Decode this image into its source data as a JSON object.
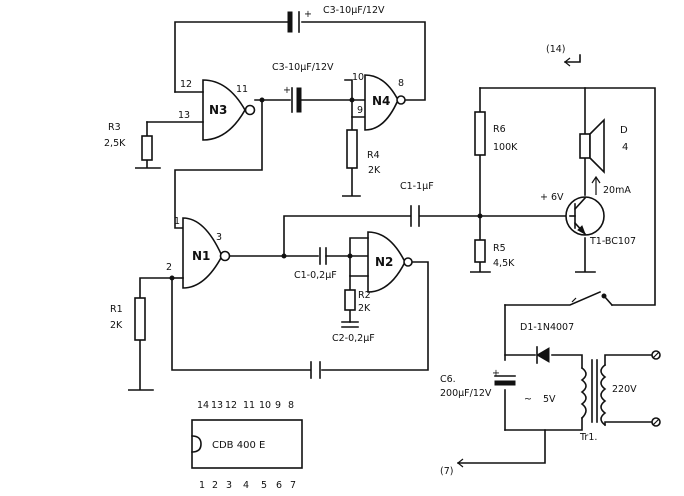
{
  "components": {
    "n1": {
      "label": "N1",
      "pin_a": "1",
      "pin_b": "2",
      "pin_out": "3"
    },
    "n2": {
      "label": "N2"
    },
    "n3": {
      "label": "N3",
      "pin_a": "12",
      "pin_b": "13",
      "pin_out": "11"
    },
    "n4": {
      "label": "N4",
      "pin_a": "10",
      "pin_b": "9",
      "pin_out": "8"
    },
    "c3_top": "C3-10µF/12V",
    "c3_mid": "C3-10µF/12V",
    "c1": "C1-1µF",
    "c1_small": "C1-0,2µF",
    "c2": "C2-0,2µF",
    "r1": {
      "name": "R1",
      "value": "2K"
    },
    "r2": {
      "name": "R2",
      "value": "2K"
    },
    "r3": {
      "name": "R3",
      "value": "2,5K"
    },
    "r4": {
      "name": "R4",
      "value": "2K"
    },
    "r5": {
      "name": "R5",
      "value": "4,5K"
    },
    "r6": {
      "name": "R6",
      "value": "100K"
    },
    "speaker": {
      "name": "D",
      "value": "4"
    },
    "current": "20mA",
    "plus6v": "+ 6V",
    "transistor": "T1-BC107",
    "diode": "D1-1N4007",
    "c6": {
      "name": "C6.",
      "value": "200µF/12V"
    },
    "dc_label": "5V",
    "ac_label": "220V",
    "transformer": "Tr1.",
    "tilde": "~",
    "plus": "+",
    "pin14": "(14)",
    "pin7": "(7)",
    "chip": {
      "name": "CDB 400 E",
      "top_pins": [
        "14",
        "13",
        "12",
        "11",
        "10",
        "9",
        "8"
      ],
      "bottom_pins": [
        "1",
        "2",
        "3",
        "4",
        "5",
        "6",
        "7"
      ]
    }
  }
}
